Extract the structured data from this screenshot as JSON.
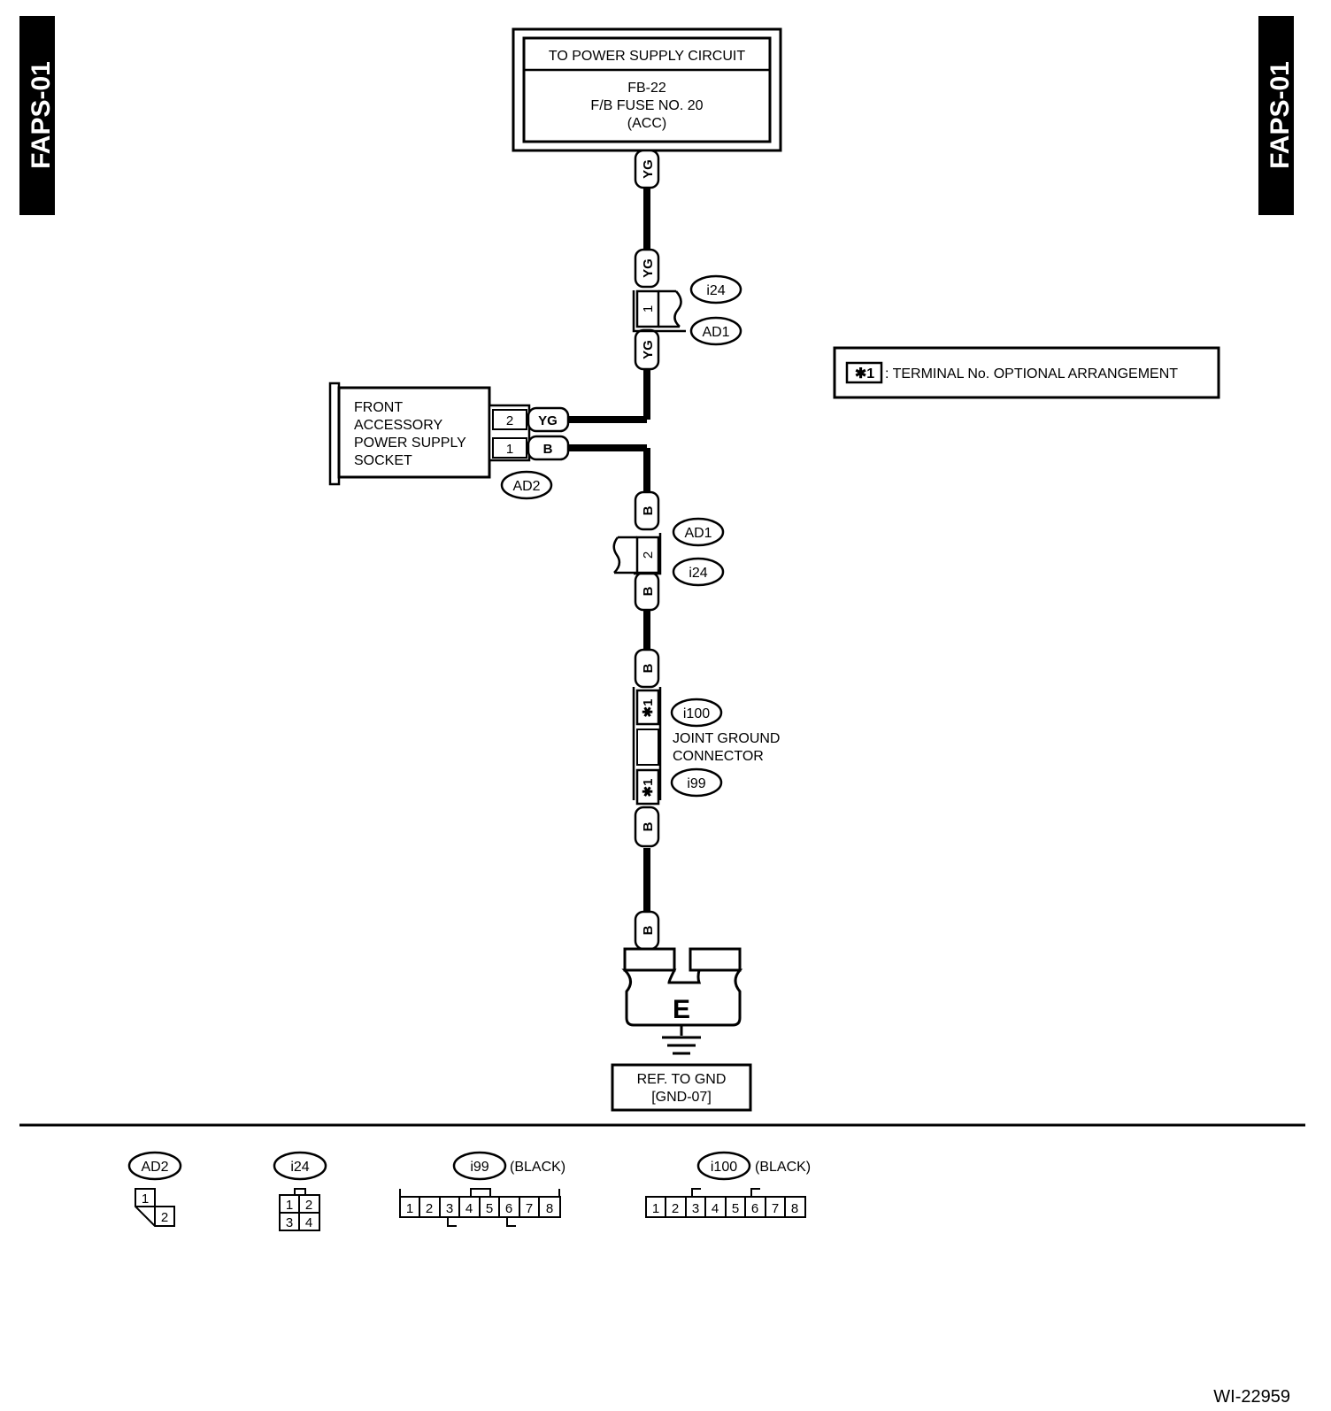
{
  "page": {
    "section_code": "FAPS-01",
    "figure_id": "WI-22959"
  },
  "power_supply": {
    "header": "TO POWER SUPPLY CIRCUIT",
    "line1": "FB-22",
    "line2": "F/B FUSE NO. 20",
    "line3": "(ACC)"
  },
  "wires": {
    "yg": "YG",
    "b": "B"
  },
  "connectors": {
    "i24": "i24",
    "ad1": "AD1",
    "ad2": "AD2",
    "i100": "i100",
    "i99": "i99"
  },
  "pins": {
    "one": "1",
    "two": "2",
    "star1": "✱1"
  },
  "legend": {
    "symbol": "✱1",
    "text": ": TERMINAL No. OPTIONAL ARRANGEMENT"
  },
  "socket": {
    "line1": "FRONT",
    "line2": "ACCESSORY",
    "line3": "POWER SUPPLY",
    "line4": "SOCKET"
  },
  "joint_ground": {
    "line1": "JOINT GROUND",
    "line2": "CONNECTOR"
  },
  "ground": {
    "symbol": "E",
    "ref_line1": "REF. TO GND",
    "ref_line2": "[GND-07]"
  },
  "connector_views": {
    "black_label": "(BLACK)",
    "ad2_pins": [
      "1",
      "2"
    ],
    "i24_pins": [
      "1",
      "2",
      "3",
      "4"
    ],
    "i99_pins": [
      "1",
      "2",
      "3",
      "4",
      "5",
      "6",
      "7",
      "8"
    ],
    "i100_pins": [
      "1",
      "2",
      "3",
      "4",
      "5",
      "6",
      "7",
      "8"
    ]
  },
  "colors": {
    "ink": "#000000",
    "paper": "#ffffff"
  }
}
